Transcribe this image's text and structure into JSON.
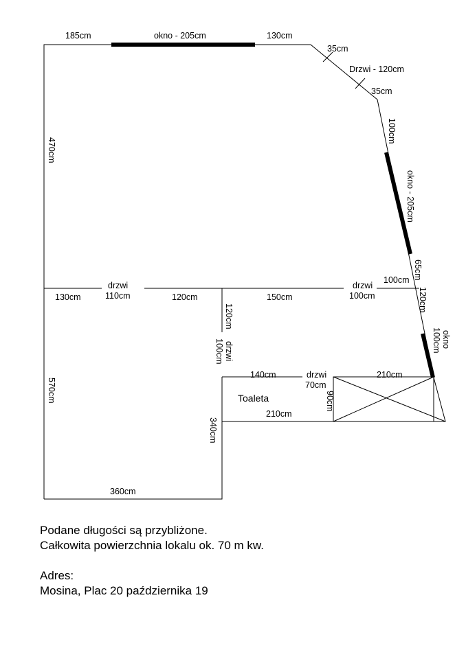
{
  "plan": {
    "top": {
      "left_len": "185cm",
      "window": "okno - 205cm",
      "right_len": "130cm"
    },
    "diagonal": {
      "len_a": "35cm",
      "door": "Drzwi - 120cm",
      "len_b": "35cm"
    },
    "right_wall": {
      "len_upper": "100cm",
      "window": "okno - 205cm",
      "len_mid": "65cm",
      "len_lower": "120cm",
      "window_small_word": "okno",
      "window_small_len": "100cm"
    },
    "left_wall": {
      "upper": "470cm",
      "lower": "570cm"
    },
    "partition": {
      "seg1": "130cm",
      "door1_word": "drzwi",
      "door1_len": "110cm",
      "seg2": "120cm",
      "seg3": "150cm",
      "door2_word": "drzwi",
      "door2_len": "100cm",
      "seg4": "100cm"
    },
    "vertical_wall": {
      "len": "120cm",
      "door_word": "drzwi",
      "door_len": "100cm"
    },
    "toilet": {
      "name": "Toaleta",
      "top_len": "140cm",
      "door_word": "drzwi",
      "door_len": "70cm",
      "bottom_len": "210cm",
      "side_len": "90cm",
      "box_top_len": "210cm"
    },
    "lower_wall": {
      "len": "340cm"
    },
    "bottom": {
      "len": "360cm"
    }
  },
  "notes": {
    "line1": "Podane długości są przybliżone.",
    "line2": "Całkowita powierzchnia lokalu ok. 70 m kw.",
    "address_label": "Adres:",
    "address": "Mosina, Plac 20 października 19"
  }
}
